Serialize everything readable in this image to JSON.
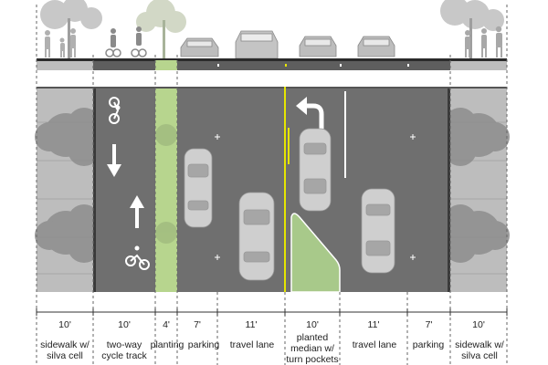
{
  "diagram": {
    "type": "street cross-section",
    "segments": [
      {
        "key": "sidewalk_left",
        "width": "10'",
        "label": "sidewalk w/\nsilva cell"
      },
      {
        "key": "cycle_track",
        "width": "10'",
        "label": "two-way\ncycle track"
      },
      {
        "key": "planting",
        "width": "4'",
        "label": "planting"
      },
      {
        "key": "parking_left",
        "width": "7'",
        "label": "parking"
      },
      {
        "key": "travel_left",
        "width": "11'",
        "label": "travel lane"
      },
      {
        "key": "median",
        "width": "10'",
        "label": "planted\nmedian w/\nturn pockets"
      },
      {
        "key": "travel_right",
        "width": "11'",
        "label": "travel lane"
      },
      {
        "key": "parking_right",
        "width": "7'",
        "label": "parking"
      },
      {
        "key": "sidewalk_right",
        "width": "10'",
        "label": "sidewalk w/\nsilva cell"
      }
    ],
    "colors": {
      "asphalt": "#6f6f6f",
      "sidewalk": "#bdbdbd",
      "planting": "#b7d58e",
      "median": "#a8c98a",
      "centerline": "#e6e600",
      "tree": "#9a9a9a"
    },
    "icons": [
      "bicycle-icon",
      "arrow-down-icon",
      "arrow-up-icon",
      "left-turn-arrow-icon",
      "car-icon",
      "tree-icon",
      "pedestrian-icon"
    ]
  }
}
